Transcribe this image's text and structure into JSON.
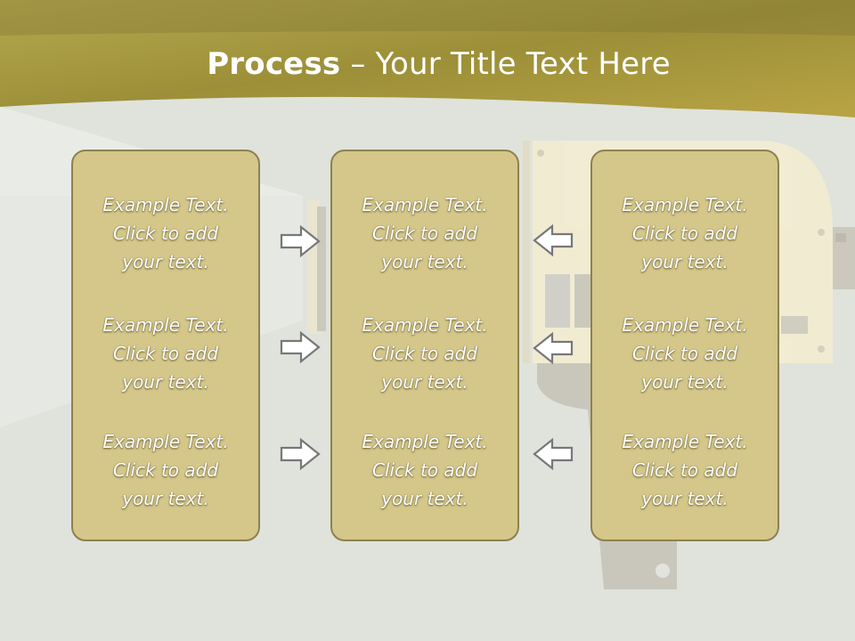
{
  "title": {
    "bold": "Process",
    "rest": " – Your Title Text Here"
  },
  "columns": [
    {
      "blocks": [
        {
          "line1": "Example Text.",
          "line2": "Click  to add",
          "line3": "your text."
        },
        {
          "line1": "Example Text.",
          "line2": "Click  to add",
          "line3": "your text."
        },
        {
          "line1": "Example Text.",
          "line2": "Click  to add",
          "line3": "your text."
        }
      ]
    },
    {
      "blocks": [
        {
          "line1": "Example Text.",
          "line2": "Click  to add",
          "line3": "your text."
        },
        {
          "line1": "Example Text.",
          "line2": "Click  to add",
          "line3": "your text."
        },
        {
          "line1": "Example Text.",
          "line2": "Click  to add",
          "line3": "your text."
        }
      ]
    },
    {
      "blocks": [
        {
          "line1": "Example Text.",
          "line2": "Click  to add",
          "line3": "your text."
        },
        {
          "line1": "Example Text.",
          "line2": "Click  to add",
          "line3": "your text."
        },
        {
          "line1": "Example Text.",
          "line2": "Click  to add",
          "line3": "your text."
        }
      ]
    }
  ],
  "arrows": {
    "left_group": "right-arrow-icon",
    "right_group": "left-arrow-icon"
  },
  "colors": {
    "header": "#a79a3f",
    "background": "#dfe3dc",
    "panel_fill": "#d4c789",
    "panel_border": "#8c8150"
  }
}
